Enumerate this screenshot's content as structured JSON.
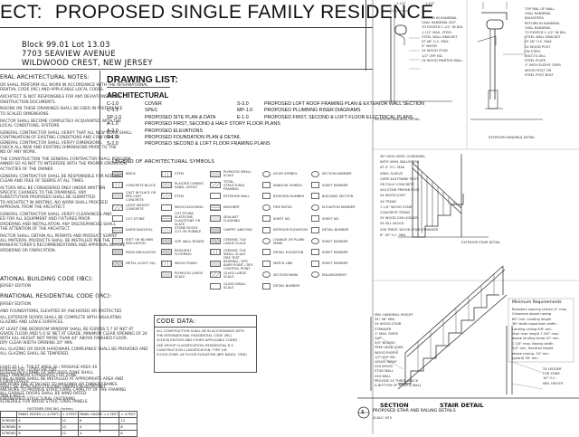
{
  "title": {
    "prefix": "ECT:",
    "main": "PROPOSED SINGLE FAMILY RESIDENCE",
    "block": "Block 99.01  Lot 13.03",
    "street": "7703 SEAVIEW AVENUE",
    "city": "WILDWOOD CREST, NEW JERSEY"
  },
  "general_notes": {
    "heading": "ERAL ARCHITECTURAL NOTES:",
    "lines": [
      "OR SHALL PERFORM ALL WORK IN ACCORDANCE WITH THE INTERNATIONAL",
      "DENTIAL CODE (IRC) AND APPLICABLE LOCAL CODES.",
      "",
      "ARCHITECT IS NOT RESPONSIBLE FOR ANY DEVIATIONS FROM",
      "ONSTRUCTION DOCUMENTS.",
      "",
      "NSIONS ON THESE DRAWINGS SHALL BE USED IN PREFERENCE",
      "TO SCALED DIMENSIONS.",
      "",
      "RACTOR SHALL BECOME COMPLETELY ACQUAINTED WITH THE",
      "LOCAL CONDITIONS, SYSTEMS.",
      "",
      "GENERAL CONTRACTOR SHALL VERIFY THAT ALL NEW WORK SHALL",
      "CONTINUATION OF EXISTING CONDITIONS AND CONFORM TO",
      "GENERAL CONTRACTOR SHALL VERIFY DIMENSIONS,",
      "CHECK ALL NEW AND EXISTING DIMENSIONS PRIOR TO THE",
      "ND OF ANY WORK.",
      "",
      "THE CONSTRUCTION THE GENERAL CONTRACTOR SHALL PERFORM",
      "ANNER SO AS NOT TO INTERFERE WITH THE PROPER OPERATION",
      "ACTIVITIES OF THE OWNER.",
      "",
      "GENERAL CONTRACTOR SHALL BE RESPONSIBLE FOR KEEPING",
      "CLEAN AND FREE OF DEBRIS AT ALL TIMES.",
      "",
      "ACTORS WILL BE CONSIDERED ONLY UNDER WRITTEN",
      "SPECIFIC CHANGES TO THE DRAWINGS. ANY",
      "SUBSTITUTION PROPOSED SHALL BE SUBMITTED",
      "TO ARCHITECT IN WRITING. NO WORK SHALL PROCEED",
      "APPROVAL FROM THE ARCHITECT.",
      "",
      "GENERAL CONTRACTOR SHALL VERIFY CLEARANCES AND",
      "ED FOR ALL EQUIPMENT AND FIXTURES PRIOR",
      "ORDERING AND INSTALLATION. ANY DISCREPANCIES SHALL",
      "THE ATTENTION OF THE ARCHITECT.",
      "",
      "RACTOR SHALL OBTAIN ALL PERMITS AND PRODUCT SUPPLY",
      "ALL MATERIAL PRODUCTS SHALL BE INSTALLED PER THE",
      "MANUFACTURER'S RECOMMENDATIONS AND APPROVAL BEFORE",
      "ORDERING OR FABRICATION."
    ]
  },
  "ibc": {
    "heading": "ATIONAL BUILDING CODE (IBC):",
    "lines": [
      "JERSEY EDITION"
    ]
  },
  "irc": {
    "heading": "RNATIONAL RESIDENTIAL CODE (IRC):",
    "lines": [
      "JERSEY EDITION",
      "",
      "AND FOUNDATIONS, ELEVATED BY ANCHORED OR PROTECTED",
      "",
      "ALL EXTERIOR DOORS SHALL BE COMPLETE WITH INSULATING",
      "GLAZING AND LOW-E SURFACES.",
      "",
      "AT LEAST ONE BEDROOM WINDOW SHALL BE EGRESS 5.7 SF NET AT",
      "GRADE FLOOR AND 5.0 SF NET AT GRADE. MINIMUM CLEAR OPENING OF 24",
      "WITH SILL HEIGHT NOT MORE THAN 44\" ABOVE FINISHED FLOOR.",
      "DRY CLEAR WIDTH OPENING 20\" MIN.",
      "",
      "ALL GLAZING OR DOOR HARDWARE COMPLIANCE SHALL BE PROVIDED AND",
      "ALL GLAZING SHALL BE TEMPERED."
    ]
  },
  "loads": {
    "lines": [
      "LOAD 40 L.L. TOILET AREA 30 / PASSAGE AREA 40",
      "LOAD 10 PSF - LOAD FACTOR",
      "",
      "GLAZED IN A FRAME OF SPECIFIED ZONE SHALL",
      "MEET MINIMUM STANDARDS FOR ZONE",
      "",
      "FIRE ALARMS SHALL BE INSTALLED AT APPROPRIATE AREA AND",
      "FLOOR LEVELS.",
      "",
      "ANCHORS ARE ATTACHED TO MASONRY OR TIMBER/FRAMES",
      "SHALL BE ATTACHED UTILIZING VIBRATION RESISTANT",
      "ANCHORS TO PROVIDE STRUCTURAL CAPACITY OF THE FRAMING",
      "",
      "ALL GARAGE DOORS SHALL BE WIND RATED.",
      "",
      "TABLE 602.3",
      "ENGINEERED STRUCTURAL FASTENING",
      "SCHEDULE FOR WOOD STRUCTURAL PANELS"
    ],
    "table_heading": "FASTENER SPACING (inches)",
    "table_cols": [
      "",
      "PANEL EDGES (< 4 FEET)",
      "< 4 FEET",
      "PANEL EDGES < 4 FEET",
      "< 4 FEET"
    ],
    "table_rows": [
      [
        "SCREWS",
        "6",
        "12",
        "6",
        "12"
      ],
      [
        "SCREWS",
        "6",
        "12",
        "4",
        "8"
      ],
      [
        "SCREWS",
        "6",
        "12",
        "4",
        "8"
      ]
    ]
  },
  "drawing_list": {
    "heading": "DRAWING LIST:",
    "section": "ARCHITECTURAL",
    "left": [
      {
        "code": "C-1.0",
        "name": "COVER"
      },
      {
        "code": "C-1.1",
        "name": "SPEC"
      },
      {
        "code": "SP-1.0",
        "name": "PROPOSED SITE PLAN & DATA"
      },
      {
        "code": "A-1.0",
        "name": "PROPOSED FIRST, SECOND & HALF STORY FLOOR PLANS"
      },
      {
        "code": "A-2.0",
        "name": "PROPOSED ELEVATIONS"
      },
      {
        "code": "S-1.0",
        "name": "PROPOSED FOUNDATION PLAN & DETAIL"
      },
      {
        "code": "S-2.0",
        "name": "PROPOSED SECOND & LOFT FLOOR FRAMING PLANS"
      }
    ],
    "right": [
      {
        "code": "S-3.0",
        "name": "PROPOSED LOFT ROOF FRAMING PLAN & EXTERIOR WALL SECTION"
      },
      {
        "code": "MP-1.0",
        "name": "PROPOSED PLUMBING RISER DIAGRAMS"
      },
      {
        "code": "E-1.0",
        "name": "PROPOSED FIRST, SECOND & LOFT FLOOR ELECTRICAL PLANS"
      }
    ]
  },
  "legend": {
    "heading": "LEGEND OF ARCHITECTURAL SYMBOLS",
    "col1": [
      "BRICK",
      "CONCRETE BLOCK",
      "CAST IN PLACE OR PRE-CAST CONCRETE",
      "LIGHT WEIGHT CONCRETE",
      "CUT STONE",
      "EARTH BACKFILL",
      "BATT OR BLOWN INSULATION",
      "RIGID INSULATION",
      "METAL (LIGHT GA)"
    ],
    "col2": [
      "STEEL",
      "PLASTER CEMENT, SAND, GROUT",
      "STEEL",
      "WOOD BLOCKING",
      "CUT STONE, SLATE/ONE, FLAGSTONE OR SLATE",
      "STONE ROCKY CUT OR RUBBLE",
      "GYP. WALL BOARD",
      "RESILIENT FLOORING",
      "WOOD FINISH",
      "PLYWOOD LARGE SCALE"
    ],
    "col3": [
      "PLYWOOD SMALL SCALE",
      "TOTAL STRUCTURAL FRAMING",
      "EXTERIOR WALL",
      "MASONRY",
      "SEALANT FLASHING",
      "CARPET AND PAD",
      "CERAMIC TILE LARGE SCALE",
      "CERAMIC TILE SMALL SCALE",
      "FIRE TEST BEARING / DFS BARR POINT / DFS CONTROL POINT",
      "GLASS LARGE SCALE",
      "GLASS SMALL SCALE"
    ],
    "col4": [
      "DOOR SYMBOL",
      "WINDOW SYMBOL",
      "REVISION NUMBER",
      "FIRE RATED",
      "SHEET NO.",
      "INTERIOR ELEVATION",
      "CHANGE OR PLANE MARK",
      "DETAIL ELEVATION",
      "MATCH LINE",
      "SECTION MARK",
      "DETAIL NUMBER"
    ],
    "col5": [
      "SECTION NUMBER",
      "SHEET NUMBER",
      "BUILDING SECTION",
      "ELEVATION NUMBER",
      "SHEET NO.",
      "DETAIL NUMBER",
      "SHEET NUMBER",
      "SHEET NUMBER",
      "SHEET NUMBER",
      "ENLARGEMENT"
    ]
  },
  "code_data": {
    "heading": "CODE DATA:",
    "lines": [
      "ALL CONSTRUCTION SHALL BE IN ACCORDANCE WITH",
      "THE INTERNATIONAL RESIDENTIAL CODE (IRC)",
      "2018 NJ EDITION AND OTHER APPLICABLE CODES",
      "USE GROUP CLASSIFICATION: RESIDENTIAL R-3",
      "CONSTRUCTION CLASSIFICATION: TYPE V-B",
      "FLOOD ZONE: AE FLOOD ELEVATION (BFE NAVD): (TBD)"
    ]
  },
  "details": {
    "interior_handrail": "INTERIOR HANDRAIL DETAIL",
    "exterior_handrail": "EXTERIOR HANDRAIL DETAIL",
    "exterior_stair": "EXTERIOR STAIR DETAIL",
    "section": "SECTION",
    "stair_detail": "STAIR DETAIL",
    "bottom_title": "PROPOSED STAIR AND RAILING DETAILS",
    "bottom_num": "1",
    "scale": "SCALE: NTS",
    "dim1": "1-1/2\"",
    "dim2": "1-1/2\"",
    "min_heading": "Minimum Requirements",
    "min_lines": [
      "Balusters spacing (4max) 4\" max.",
      "Clearance above nosing",
      "80\" min. Landing length",
      "36\" width equal/stair width.",
      "Landing ceiling 6'8\" min.",
      "Stair riser height 7-3/4\" max.",
      "above landing tread 10\" min.",
      "1 1/4\" max. Nosing width",
      "3/4\" min. Handrail height",
      "above nosing, 34\" min.",
      "(guard) 36\" min."
    ],
    "int_notes": [
      "RETURN IN HANDRAIL",
      "OVAL HANDRAIL NOT",
      "TO EXCEED 1-1/2\" IN DIA.",
      "1-1/2\" MAX. STEEL",
      "STEEL WALL BRACKET",
      "AT 48\" O.C. MAX.",
      "3\" WOOD",
      "2X WOOD STUD",
      "1/2\" GYP. BD.",
      "2X WOOD PAINTED WALL"
    ],
    "ext_notes": [
      "TOP RAIL OF WALL",
      "OVAL HANDRAIL",
      "BALUSTERS",
      "RETURN IN HANDRAIL",
      "OVAL HANDRAIL",
      "TO EXCEED 1-1/2\" IN DIA.",
      "STEEL WALL BRACKET",
      "AT 48\" O.C. MAX.",
      "2X WOOD POST",
      "ON STEEL",
      "BOLT-TO-SILL",
      "STEEL PLATE",
      "1\" INCH SLEEVE OVER",
      "WOOD POST OR",
      "STEEL POST BOLT"
    ],
    "stair_notes": [
      "36\" HIGH VINYL GUARDRAIL",
      "WITH VINYL BALUSTERS",
      "AT 4\" O.C. MAX",
      "VINYL SLEEVE",
      "OVER 4X4 FRAME POST",
      "OR FULLY CONCRETE",
      "4X4 STAIR PREFAB POST",
      "2X WOOD JOIST",
      "2X TREAD",
      "1 1/4\" WOOD STAIR",
      "CONCRETE TREAD",
      "2X WOOD 2X6 LEDGER",
      "2X SILL BLOCK",
      "2X6 TREAT. WOOD STAIR STRINGER",
      "8\" 16\" O.C. MIN."
    ],
    "bottom_notes": [
      "MIN. HANDRAIL HEIGHT",
      "34\"-38\" MIN.",
      "2X WOOD STAIR",
      "STRINGER",
      "1\" MAX. RISER",
      "GAP",
      "3/4\" NOSING",
      "FREE HEAD STAIR",
      "WOOD RISERS",
      "1/2\" GYP. BD.",
      "HOUSE WRAP",
      "2X4 WOOD",
      "STUD WALL",
      "2X4 WALL",
      "PROVIDE 2X THREE BLOCK",
      "& BOTTOM OF STAIR & WALL"
    ],
    "stair_right": [
      "2X LEDGER",
      "FOR STAIR",
      "16\" O.C.",
      "MIN. HEIGHT"
    ]
  }
}
